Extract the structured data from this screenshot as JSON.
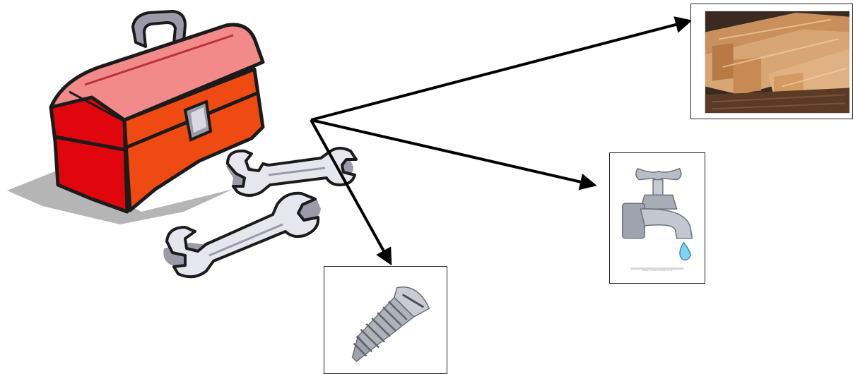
{
  "illustration": {
    "toolbox": {
      "icon": "toolbox-icon",
      "colors": {
        "body": "#e8370f",
        "lid": "#f07a7a",
        "handle": "#9a9aa8",
        "shadow": "#b5b5b5"
      }
    },
    "wrenches": {
      "icon": "wrench-icon",
      "count": 2,
      "colors": {
        "metal": "#e6e6ee",
        "outline": "#1b1b1b",
        "shadow": "#9a9aa8"
      }
    },
    "arrows": {
      "color": "#000000",
      "count": 3
    },
    "targets": [
      {
        "id": "lumber",
        "icon": "wood-planks-icon"
      },
      {
        "id": "faucet",
        "icon": "faucet-icon",
        "caption": "www.clipartsfree.com"
      },
      {
        "id": "screw",
        "icon": "screw-icon"
      }
    ]
  }
}
